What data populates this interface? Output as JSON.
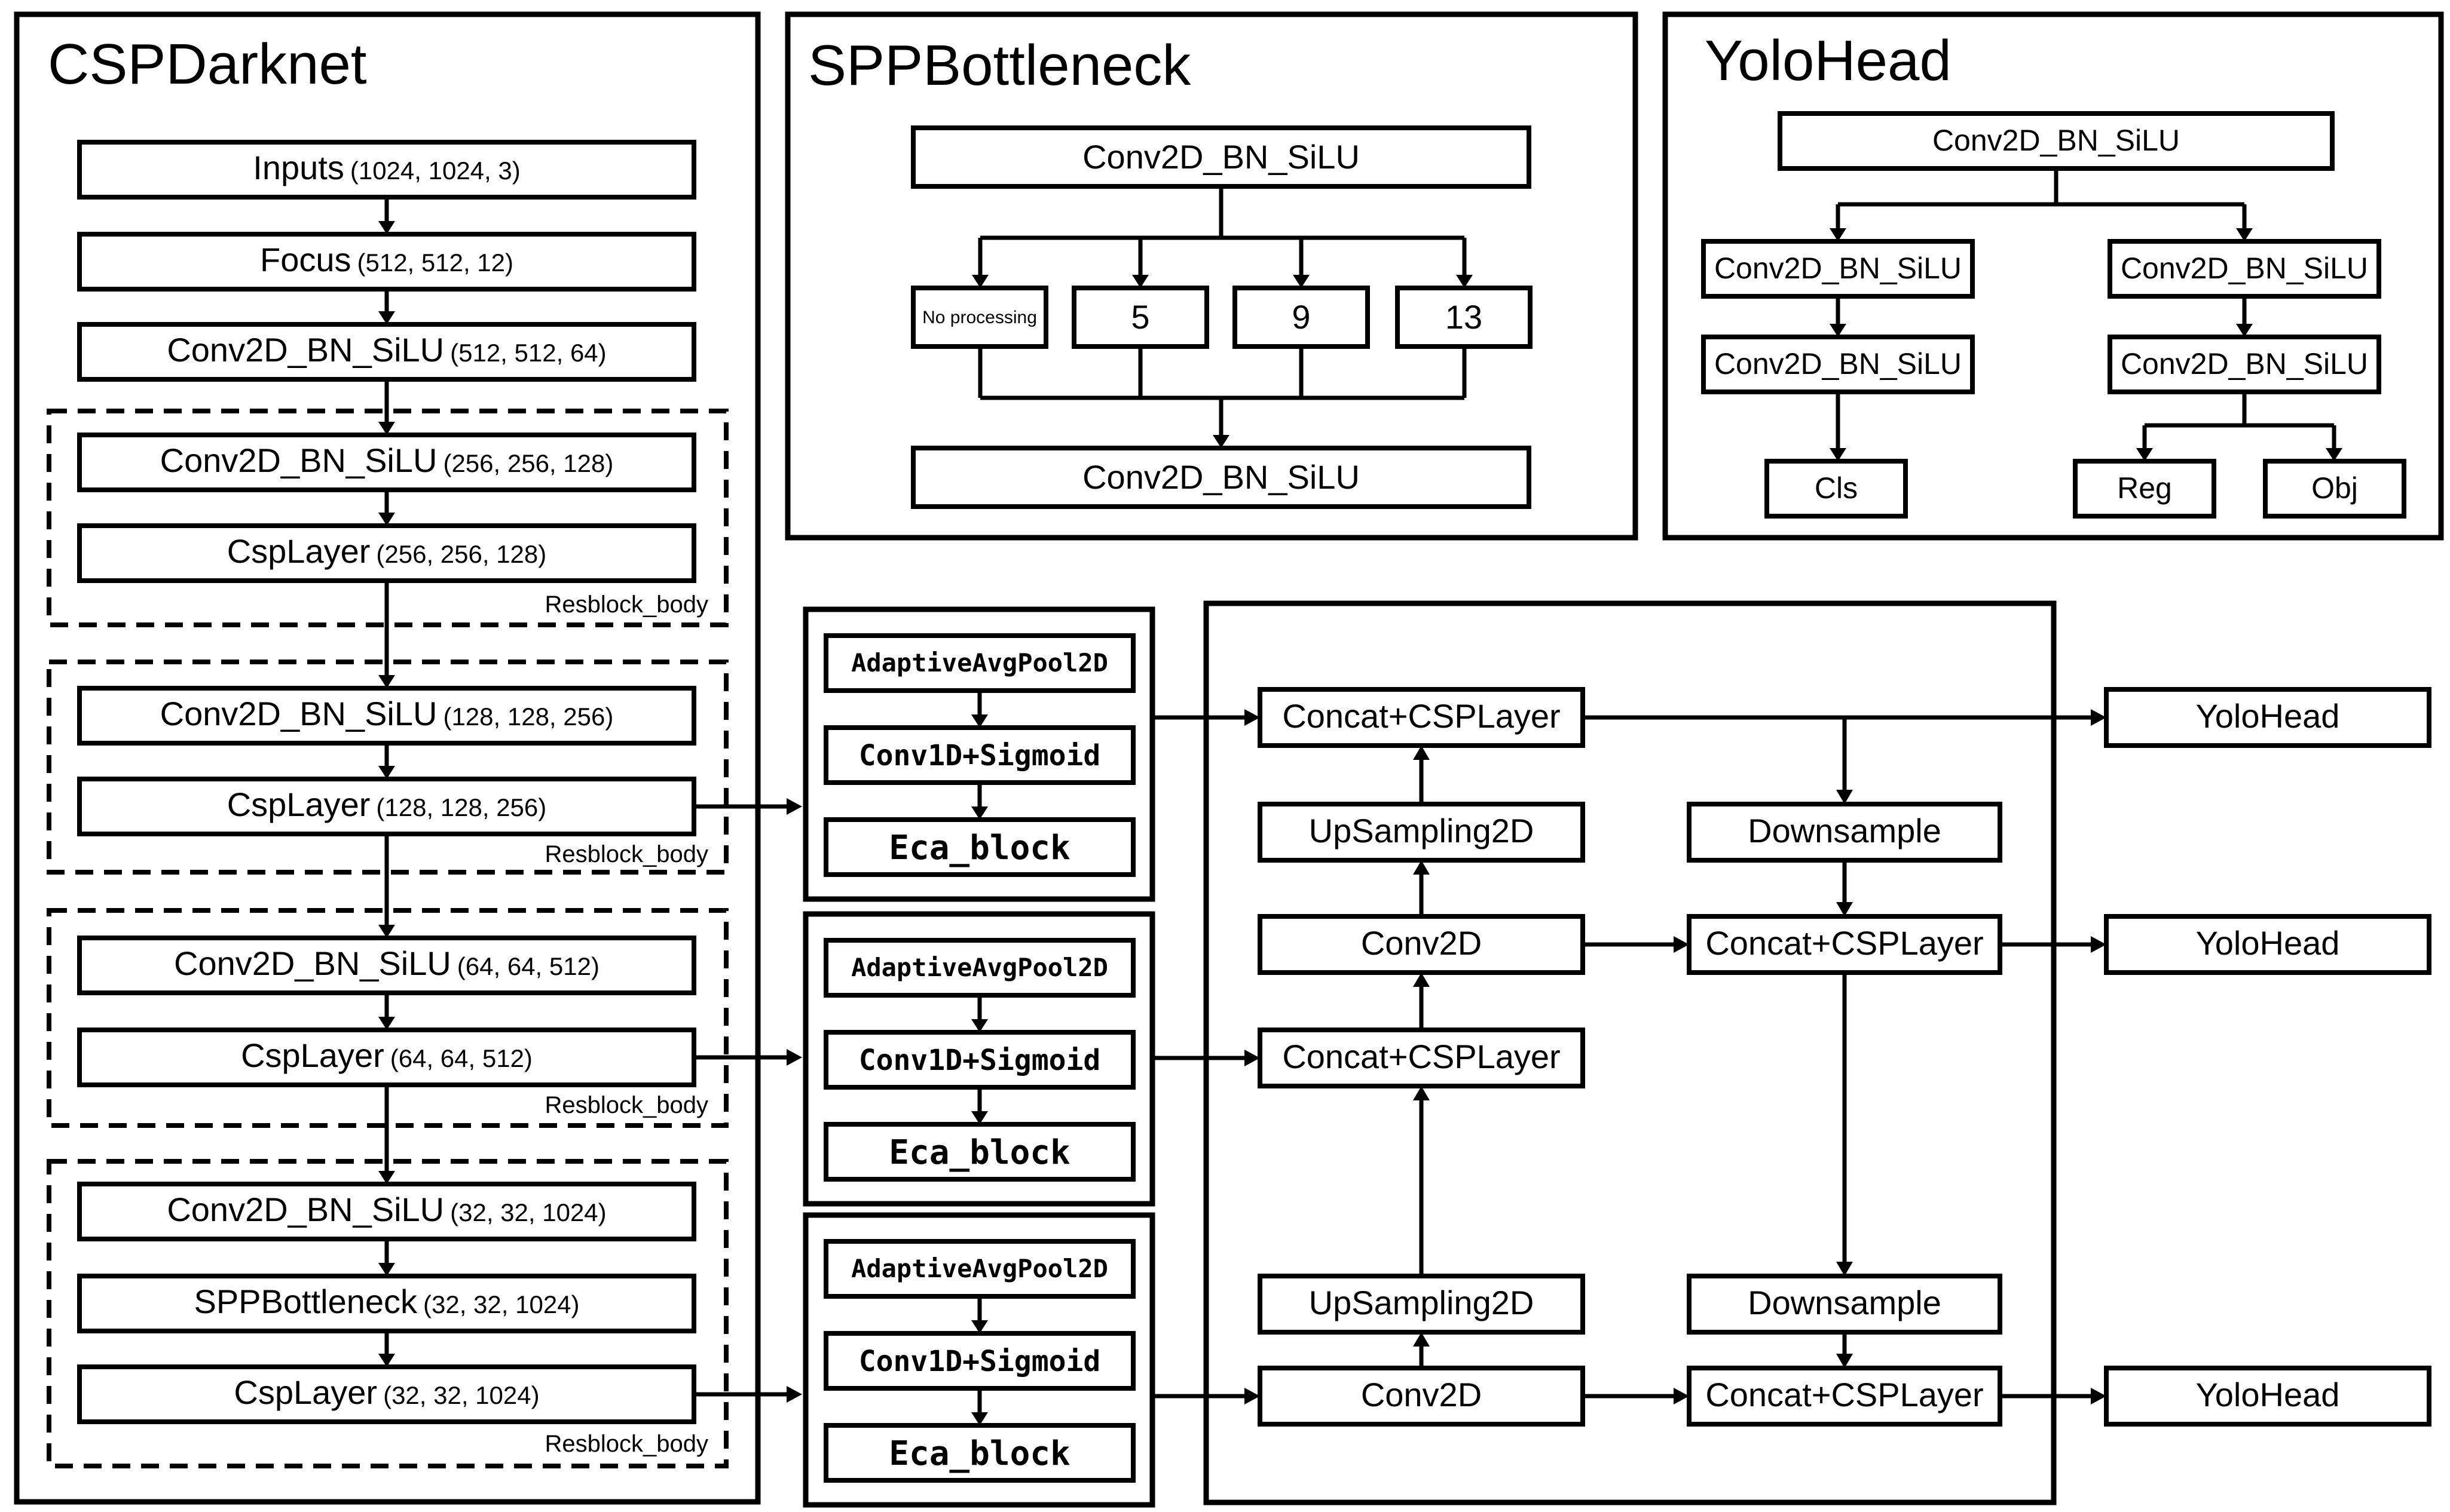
{
  "sections": {
    "backbone_title": "CSPDarknet",
    "spp_title": "SPPBottleneck",
    "head_title": "YoloHead"
  },
  "backbone": {
    "inputs": {
      "name": "Inputs",
      "dims": "(1024, 1024, 3)"
    },
    "focus": {
      "name": "Focus",
      "dims": "(512, 512, 12)"
    },
    "conv_stem": {
      "name": "Conv2D_BN_SiLU",
      "dims": "(512, 512, 64)"
    },
    "group_label": "Resblock_body",
    "groups": [
      {
        "conv": "Conv2D_BN_SiLU",
        "conv_dims": "(256, 256, 128)",
        "csp": "CspLayer",
        "csp_dims": "(256, 256, 128)"
      },
      {
        "conv": "Conv2D_BN_SiLU",
        "conv_dims": "(128, 128, 256)",
        "csp": "CspLayer",
        "csp_dims": "(128, 128, 256)"
      },
      {
        "conv": "Conv2D_BN_SiLU",
        "conv_dims": "(64, 64, 512)",
        "csp": "CspLayer",
        "csp_dims": "(64, 64, 512)"
      },
      {
        "conv": "Conv2D_BN_SiLU",
        "conv_dims": "(32, 32, 1024)",
        "spp": "SPPBottleneck",
        "spp_dims": "(32, 32, 1024)",
        "csp": "CspLayer",
        "csp_dims": "(32, 32, 1024)"
      }
    ]
  },
  "spp": {
    "top": "Conv2D_BN_SiLU",
    "branches": [
      "No processing",
      "5",
      "9",
      "13"
    ],
    "bottom": "Conv2D_BN_SiLU"
  },
  "head": {
    "top": "Conv2D_BN_SiLU",
    "left_conv1": "Conv2D_BN_SiLU",
    "left_conv2": "Conv2D_BN_SiLU",
    "right_conv1": "Conv2D_BN_SiLU",
    "right_conv2": "Conv2D_BN_SiLU",
    "cls": "Cls",
    "reg": "Reg",
    "obj": "Obj"
  },
  "eca": {
    "pool": "AdaptiveAvgPool2D",
    "conv": "Conv1D+Sigmoid",
    "block": "Eca_block"
  },
  "neck": {
    "concat_csp": "Concat+CSPLayer",
    "upsampling": "UpSampling2D",
    "conv2d": "Conv2D",
    "downsample": "Downsample",
    "yolohead": "YoloHead"
  }
}
